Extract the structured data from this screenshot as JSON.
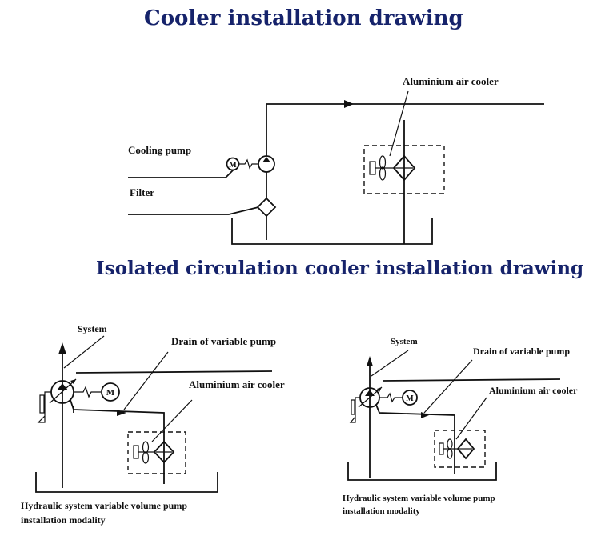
{
  "titles": {
    "main": "Cooler installation drawing",
    "isolated": "Isolated circulation cooler installation drawing"
  },
  "top_diagram": {
    "aluminium_air_cooler": "Aluminium air cooler",
    "cooling_pump": "Cooling pump",
    "filter": "Filter",
    "motor_symbol": "M"
  },
  "left_diagram": {
    "system": "System",
    "drain": "Drain of variable pump",
    "aluminium_air_cooler": "Aluminium air cooler",
    "caption_line1": "Hydraulic system variable volume pump",
    "caption_line2": "installation modality",
    "motor_symbol": "M"
  },
  "right_diagram": {
    "system": "System",
    "drain": "Drain of variable pump",
    "aluminium_air_cooler": "Aluminium air cooler",
    "caption_line1": "Hydraulic system variable volume pump",
    "caption_line2": "installation modality",
    "motor_symbol": "M"
  },
  "colors": {
    "title": "#16236b",
    "line": "#111111",
    "background": "#ffffff"
  }
}
